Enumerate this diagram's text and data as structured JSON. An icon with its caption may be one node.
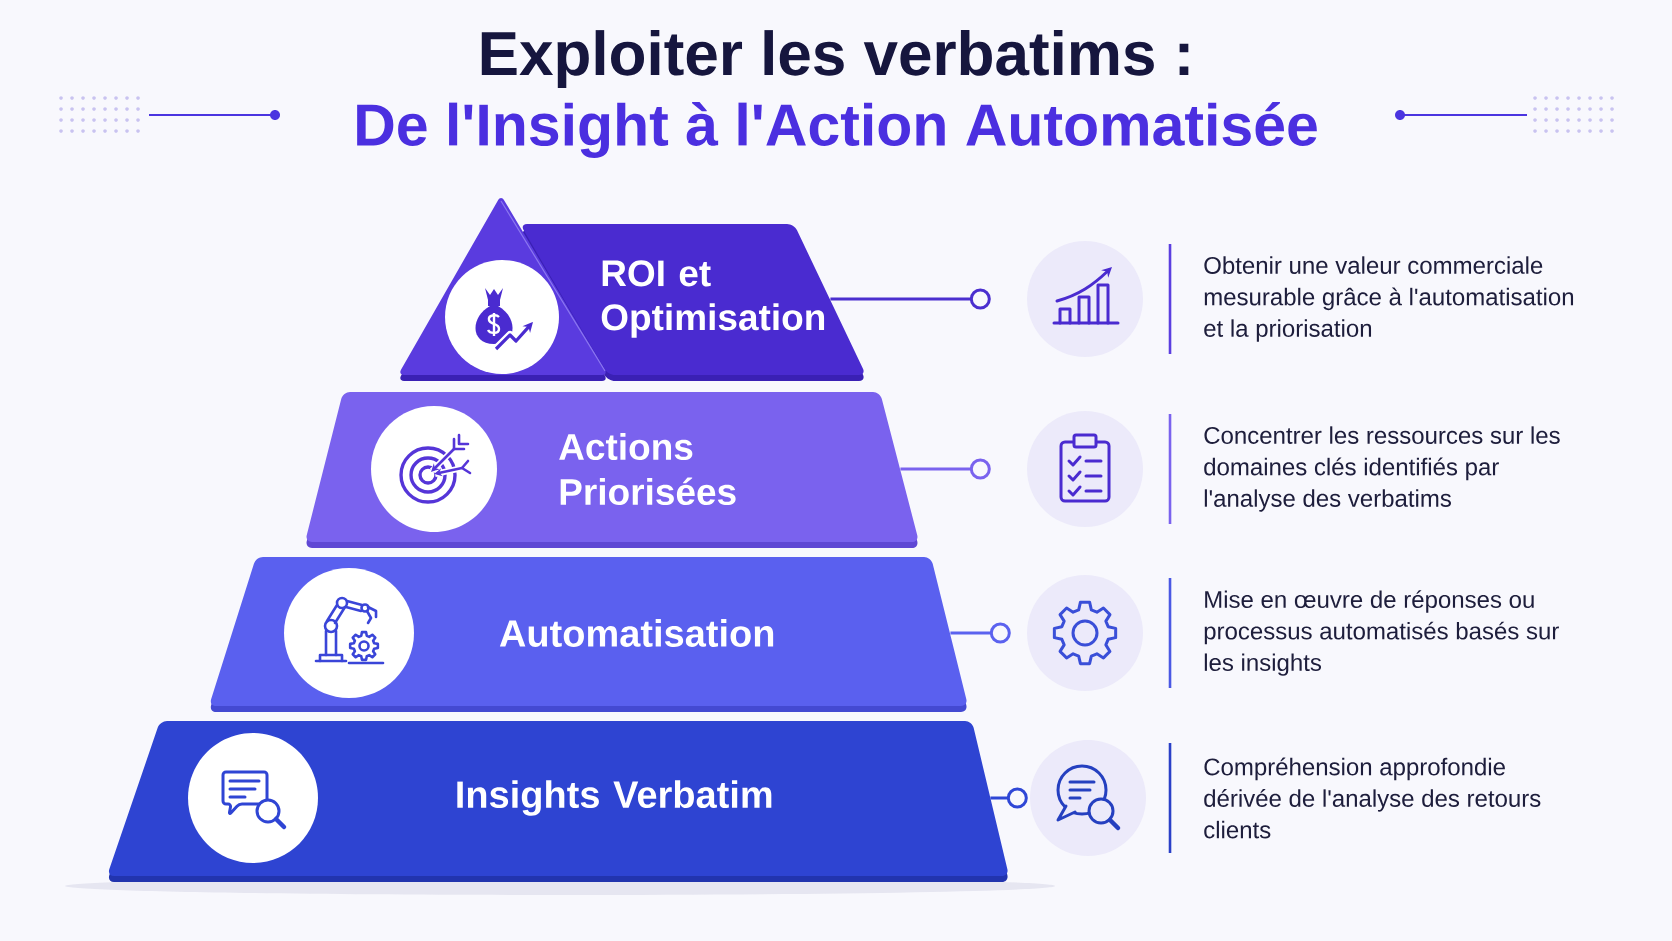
{
  "diagram": {
    "title": "Exploiter les verbatims :",
    "nodes": [
      {
        "text": [
          "ROI et Optimisation"
        ]
      },
      {
        "text": [],
        "shape": "circle",
        "beside": [
          "Obtenir une valeur commerciale mesurable grâce à l'automatisation et la priorisation"
        ]
      },
      {
        "text": [
          "Actions Priorisées"
        ]
      },
      {
        "text": [],
        "shape": "circle",
        "beside": [
          "Concentrer les ressources sur les domaines clés identifiés par l'analyse des verbatims"
        ]
      },
      {
        "text": [
          "Automatisation"
        ]
      },
      {
        "text": [],
        "shape": "circle",
        "beside": [
          "Mise en œuvre de réponses ou processus automatisés basés sur les insights"
        ]
      },
      {
        "text": [
          "Insights Verbatim"
        ]
      },
      {
        "text": [],
        "shape": "circle",
        "beside": [
          "Compréhension approfondie dérivée de l'analyse des retours clients"
        ]
      }
    ],
    "edges": [
      {
        "from": 0,
        "to": 1,
        "arrow": "other",
        "color": "#4b2fcf"
      },
      {
        "from": 2,
        "to": 3,
        "arrow": "other",
        "color": "#7a63ee"
      },
      {
        "from": 4,
        "to": 5,
        "arrow": "other",
        "color": "#5b62ef"
      },
      {
        "from": 6,
        "to": 7,
        "arrow": "other",
        "color": "#2f47d6"
      }
    ],
    "labels": [
      "De l'Insight à l'Action Automatisée"
    ]
  }
}
